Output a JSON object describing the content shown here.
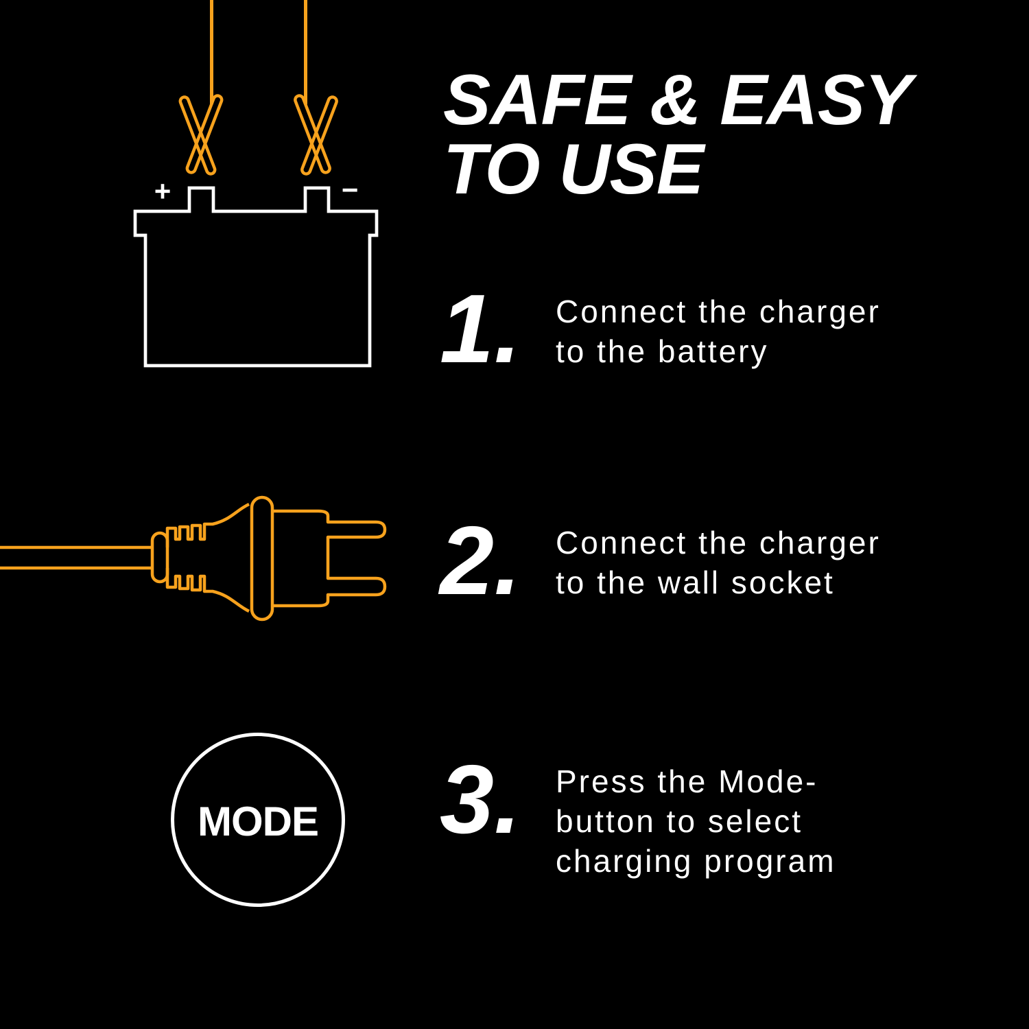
{
  "colors": {
    "background": "#000000",
    "accent_orange": "#F7A21D",
    "foreground_white": "#FFFFFF"
  },
  "title": {
    "line1": "SAFE & EASY",
    "line2": "TO USE"
  },
  "steps": [
    {
      "number": "1.",
      "lines": [
        "Connect the charger",
        "to the battery"
      ]
    },
    {
      "number": "2.",
      "lines": [
        "Connect the charger",
        "to the wall socket"
      ]
    },
    {
      "number": "3.",
      "lines": [
        "Press the Mode-",
        "button to select",
        "charging program"
      ]
    }
  ],
  "battery_diagram": {
    "positive_label": "+",
    "negative_label": "−"
  },
  "mode_button": {
    "label": "MODE"
  }
}
